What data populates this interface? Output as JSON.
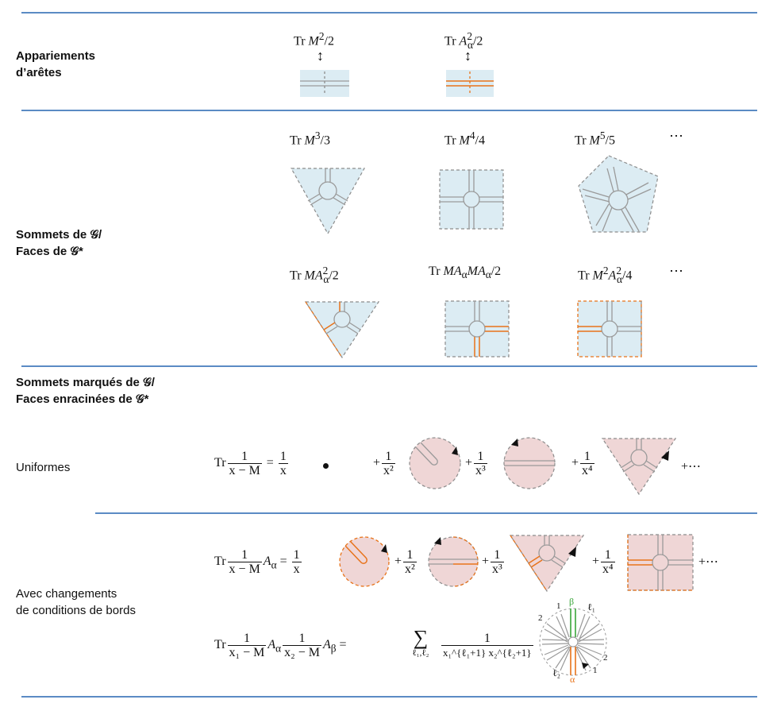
{
  "colors": {
    "rule": "#5b8bc4",
    "face_fill_blue": "#dcecf3",
    "face_fill_pink": "#efd6d6",
    "ribbon_grey": "#9a9a9a",
    "boundary_orange": "#e8731a",
    "boundary_green": "#3aa63a",
    "dashed_grey": "#8c8c8c",
    "arrow": "#111111"
  },
  "sections": {
    "edges": {
      "label_line1": "Appariements",
      "label_line2": "d’arêtes"
    },
    "vertices": {
      "label_line1": "Sommets de 𝒢/",
      "label_line2": "Faces de 𝒢*"
    },
    "marked": {
      "label_line1": "Sommets marqués de 𝒢/",
      "label_line2": "Faces enracinées de 𝒢*",
      "uniform_label": "Uniformes",
      "boundary_label_line1": "Avec changements",
      "boundary_label_line2": "de conditions de bords"
    }
  },
  "edge_terms": [
    {
      "tr": "Tr",
      "var": "M",
      "sup": "2",
      "den": "/2",
      "arrow": "↕"
    },
    {
      "tr": "Tr",
      "var": "A",
      "sub": "α",
      "sup": "2",
      "den": "/2",
      "arrow": "↕"
    }
  ],
  "vertex_terms_row1": [
    {
      "tr": "Tr",
      "var": "M",
      "sup": "3",
      "den": "/3"
    },
    {
      "tr": "Tr",
      "var": "M",
      "sup": "4",
      "den": "/4"
    },
    {
      "tr": "Tr",
      "var": "M",
      "sup": "5",
      "den": "/5"
    }
  ],
  "vertex_terms_row2": [
    {
      "tr": "Tr",
      "expr": "MA",
      "sub": "α",
      "sup": "2",
      "den": "/2"
    },
    {
      "tr": "Tr",
      "expr": "MA",
      "sub": "α",
      "expr2": "MA",
      "sub2": "α",
      "den": "/2"
    },
    {
      "tr": "Tr",
      "expr": "M",
      "sup": "2",
      "expr2": "A",
      "sub2": "α",
      "sup2": "2",
      "den": "/4"
    }
  ],
  "ellipsis": "⋯",
  "uniform_eq": {
    "tr": "Tr",
    "lhs_num": "1",
    "lhs_den": "x − M",
    "eq": "=",
    "terms": [
      {
        "num": "1",
        "den": "x"
      },
      {
        "num": "1",
        "den": "x²"
      },
      {
        "num": "1",
        "den": "x³"
      },
      {
        "num": "1",
        "den": "x⁴"
      }
    ],
    "plus": "+",
    "tail": "+⋯"
  },
  "boundary_eq1": {
    "tr": "Tr",
    "lhs_num": "1",
    "lhs_den": "x − M",
    "lhs_tail": "A",
    "lhs_sub": "α",
    "eq": "=",
    "terms": [
      {
        "num": "1",
        "den": "x"
      },
      {
        "num": "1",
        "den": "x²"
      },
      {
        "num": "1",
        "den": "x³"
      },
      {
        "num": "1",
        "den": "x⁴"
      }
    ],
    "plus": "+",
    "tail": "+⋯"
  },
  "boundary_eq2": {
    "tr": "Tr",
    "f1_num": "1",
    "f1_den": "x₁ − M",
    "a1": "A",
    "a1_sub": "α",
    "f2_num": "1",
    "f2_den": "x₂ − M",
    "a2": "A",
    "a2_sub": "β",
    "eq": "=",
    "sum": "∑",
    "sum_sub": "ℓ₁,ℓ₂",
    "r_num": "1",
    "r_den": "x₁^{ℓ₁+1} x₂^{ℓ₂+1}",
    "diagram_labels": {
      "beta": "β",
      "alpha": "α",
      "l1": "ℓ₁",
      "l2": "ℓ₂",
      "one_top": "1",
      "two_left": "2",
      "two_right": "2",
      "one_bottom": "1"
    }
  }
}
